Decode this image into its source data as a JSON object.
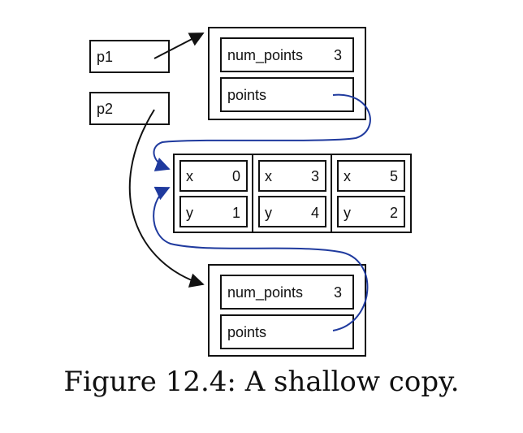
{
  "pointers": {
    "p1": "p1",
    "p2": "p2"
  },
  "struct_top": {
    "num_points_label": "num_points",
    "num_points_value": "3",
    "points_label": "points"
  },
  "struct_bottom": {
    "num_points_label": "num_points",
    "num_points_value": "3",
    "points_label": "points"
  },
  "array_cells": [
    {
      "x_label": "x",
      "x_value": "0",
      "y_label": "y",
      "y_value": "1"
    },
    {
      "x_label": "x",
      "x_value": "3",
      "y_label": "y",
      "y_value": "4"
    },
    {
      "x_label": "x",
      "x_value": "5",
      "y_label": "y",
      "y_value": "2"
    }
  ],
  "colors": {
    "pointer_arrow": "#111111",
    "points_arrow": "#1f3a9e"
  },
  "caption": "Figure 12.4: A shallow copy."
}
